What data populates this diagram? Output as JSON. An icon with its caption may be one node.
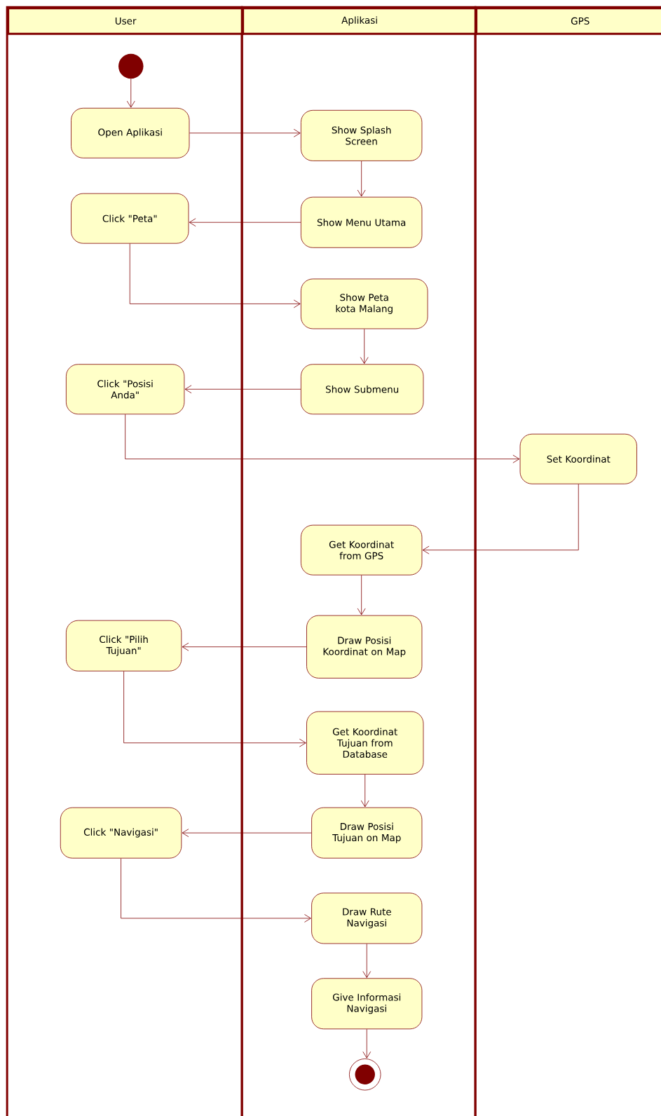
{
  "diagram": {
    "nodes": [
      {
        "text": [
          "User"
        ]
      },
      {
        "text": [
          "Aplikasi"
        ]
      },
      {
        "text": [
          "GPS"
        ]
      },
      {
        "text": [],
        "shape": "circle",
        "in": 0
      },
      {
        "text": [
          "Open Aplikasi"
        ],
        "in": 0
      },
      {
        "text": [
          "Show Splash Screen"
        ],
        "in": 1
      },
      {
        "text": [
          "Click \"Peta\""
        ],
        "in": 0
      },
      {
        "text": [
          "Show Menu Utama"
        ],
        "in": 1
      },
      {
        "text": [
          "Show Peta kota Malang"
        ],
        "in": 1
      },
      {
        "text": [
          "Click \"Posisi Anda\""
        ],
        "in": 0
      },
      {
        "text": [
          "Show Submenu"
        ],
        "in": 1
      },
      {
        "text": [
          "Set Koordinat"
        ],
        "in": 2
      },
      {
        "text": [
          "Get Koordinat from GPS"
        ],
        "in": 1
      },
      {
        "text": [
          "Click \"Pilih Tujuan\""
        ],
        "in": 0
      },
      {
        "text": [
          "Draw Posisi Koordinat on Map"
        ],
        "in": 1
      },
      {
        "text": [
          "Get Koordinat Tujuan from Database"
        ],
        "in": 1
      },
      {
        "text": [
          "Click \"Navigasi\""
        ],
        "in": 0
      },
      {
        "text": [
          "Draw Posisi Tujuan on Map"
        ],
        "in": 1
      },
      {
        "text": [
          "Draw Rute Navigasi"
        ],
        "in": 1
      },
      {
        "text": [
          "Give Informasi Navigasi"
        ],
        "in": 1
      },
      {
        "text": [],
        "shape": "circle",
        "in": 1
      }
    ],
    "edges": [
      {
        "from": 3,
        "to": 4,
        "arrow": "to"
      },
      {
        "from": 4,
        "to": 5,
        "arrow": "to"
      },
      {
        "from": 5,
        "to": 7,
        "arrow": "to"
      },
      {
        "from": 7,
        "to": 6,
        "arrow": "to"
      },
      {
        "from": 6,
        "to": 8,
        "arrow": "to"
      },
      {
        "from": 8,
        "to": 10,
        "arrow": "to"
      },
      {
        "from": 10,
        "to": 9,
        "arrow": "to"
      },
      {
        "from": 9,
        "to": 11,
        "arrow": "to"
      },
      {
        "from": 11,
        "to": 12,
        "arrow": "to"
      },
      {
        "from": 12,
        "to": 14,
        "arrow": "to"
      },
      {
        "from": 14,
        "to": 13,
        "arrow": "to"
      },
      {
        "from": 13,
        "to": 15,
        "arrow": "to"
      },
      {
        "from": 15,
        "to": 17,
        "arrow": "to"
      },
      {
        "from": 17,
        "to": 16,
        "arrow": "to"
      },
      {
        "from": 16,
        "to": 18,
        "arrow": "to"
      },
      {
        "from": 18,
        "to": 19,
        "arrow": "to"
      },
      {
        "from": 19,
        "to": 20,
        "arrow": "to"
      }
    ]
  }
}
